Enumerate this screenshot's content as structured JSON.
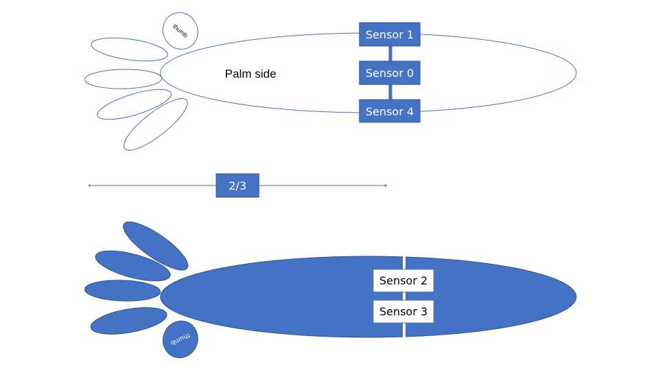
{
  "top_hand": {
    "palm_label": "Palm side",
    "thumb_label": "thumb",
    "sensors": {
      "top": "Sensor 1",
      "middle": "Sensor 0",
      "bottom": "Sensor 4"
    }
  },
  "divider": {
    "ratio_label": "2/3"
  },
  "bottom_hand": {
    "thumb_label": "thumb",
    "sensors": {
      "upper": "Sensor 2",
      "lower": "Sensor 3"
    }
  },
  "colors": {
    "accent": "#4472c4",
    "accent_dark": "#2f528f",
    "background": "#ffffff"
  }
}
